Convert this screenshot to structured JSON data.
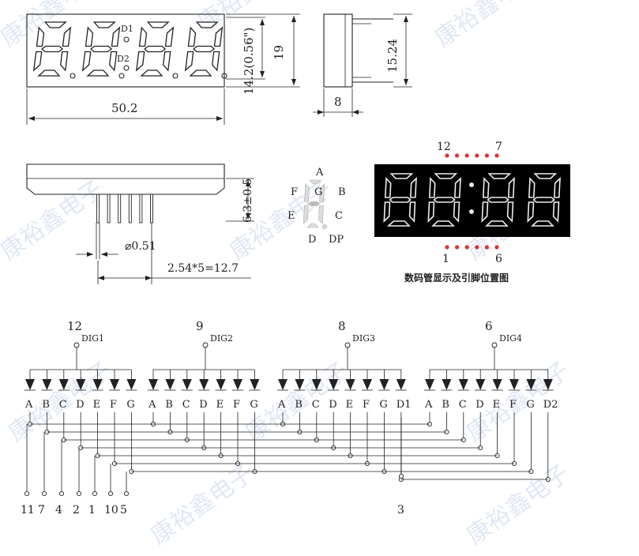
{
  "front_view": {
    "labels": {
      "d1": "D1",
      "d2": "D2"
    },
    "dims": {
      "width": "50.2",
      "digit_height": "14.2(0.56\")",
      "height": "19"
    }
  },
  "side_view": {
    "dims": {
      "height": "15.24",
      "depth": "8"
    }
  },
  "bottom_view": {
    "dims": {
      "pin_len": "6.3±0.5",
      "pin_dia": "⌀0.51",
      "pitch": "2.54*5=12.7"
    }
  },
  "segment_legend": {
    "A": "A",
    "B": "B",
    "C": "C",
    "D": "D",
    "E": "E",
    "F": "F",
    "G": "G",
    "DP": "DP"
  },
  "display_photo": {
    "top_pins": {
      "left": "12",
      "right": "7"
    },
    "bottom_pins": {
      "left": "1",
      "right": "6"
    },
    "caption": "数码管显示及引脚位置图"
  },
  "schematic": {
    "digits": [
      {
        "pin": "12",
        "name": "DIG1",
        "segs": [
          "A",
          "B",
          "C",
          "D",
          "E",
          "F",
          "G"
        ]
      },
      {
        "pin": "9",
        "name": "DIG2",
        "segs": [
          "A",
          "B",
          "C",
          "D",
          "E",
          "F",
          "G"
        ]
      },
      {
        "pin": "8",
        "name": "DIG3",
        "segs": [
          "A",
          "B",
          "C",
          "D",
          "E",
          "F",
          "G",
          "D1"
        ]
      },
      {
        "pin": "6",
        "name": "DIG4",
        "segs": [
          "A",
          "B",
          "C",
          "D",
          "E",
          "F",
          "G",
          "D2"
        ]
      }
    ],
    "bottom_pins": [
      "11",
      "7",
      "4",
      "2",
      "1",
      "10",
      "5"
    ],
    "extra_pin": "3"
  },
  "watermark": "康裕鑫电子"
}
